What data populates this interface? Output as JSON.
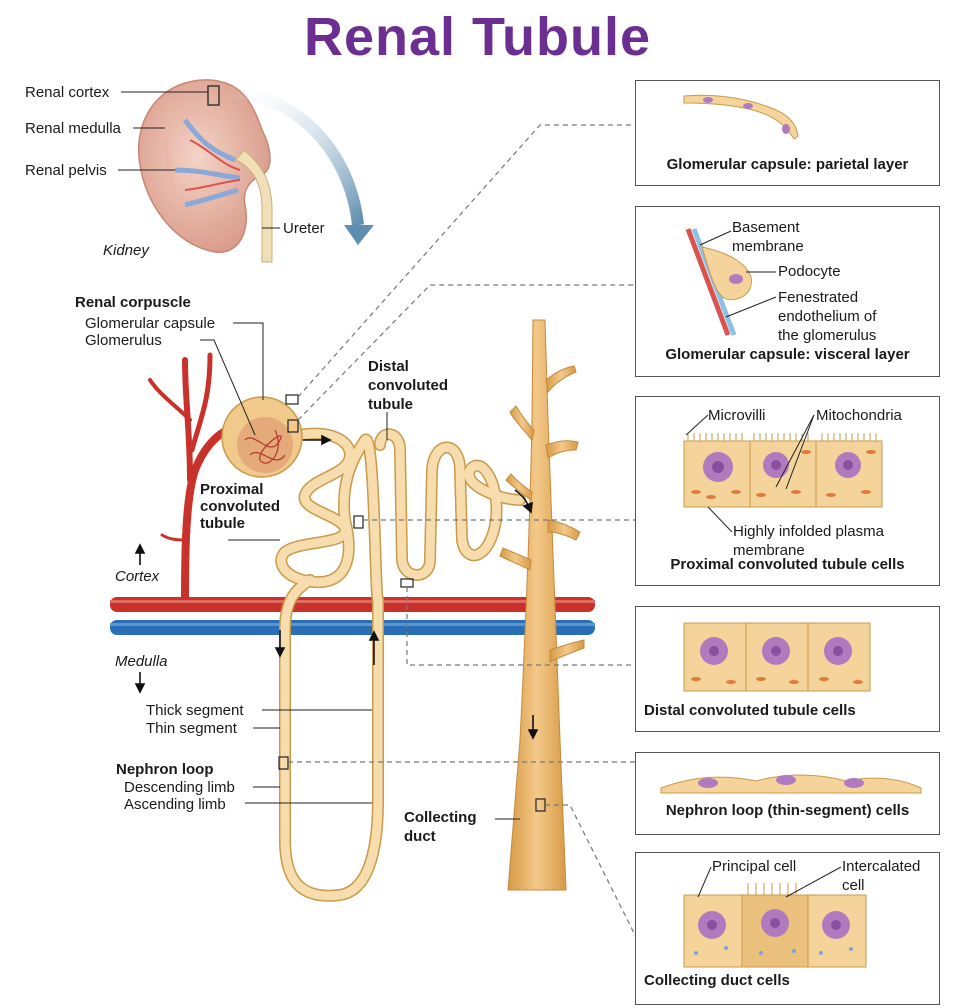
{
  "title": "Renal Tubule",
  "kidney": {
    "cortex": "Renal cortex",
    "medulla": "Renal medulla",
    "pelvis": "Renal pelvis",
    "ureter": "Ureter",
    "name": "Kidney"
  },
  "corpuscle": {
    "heading": "Renal corpuscle",
    "capsule": "Glomerular capsule",
    "glomerulus": "Glomerulus"
  },
  "tubule": {
    "proximal": [
      "Proximal",
      "convoluted",
      "tubule"
    ],
    "distal": [
      "Distal",
      "convoluted",
      "tubule"
    ],
    "thick": "Thick segment",
    "thin": "Thin segment",
    "loop_heading": "Nephron loop",
    "descending": "Descending limb",
    "ascending": "Ascending limb",
    "collecting": [
      "Collecting",
      "duct"
    ]
  },
  "regions": {
    "cortex": "Cortex",
    "medulla": "Medulla"
  },
  "panels": {
    "parietal": {
      "caption": "Glomerular capsule: parietal layer"
    },
    "visceral": {
      "caption": "Glomerular capsule: visceral layer",
      "basement": [
        "Basement",
        "membrane"
      ],
      "podocyte": "Podocyte",
      "fenestrated": [
        "Fenestrated",
        "endothelium of",
        "the glomerulus"
      ]
    },
    "proximal": {
      "caption": "Proximal convoluted tubule cells",
      "microvilli": "Microvilli",
      "mitochondria": "Mitochondria",
      "infolded": [
        "Highly infolded plasma",
        "membrane"
      ]
    },
    "distal": {
      "caption": "Distal convoluted tubule cells"
    },
    "thin": {
      "caption": "Nephron loop (thin-segment) cells"
    },
    "collecting": {
      "caption": "Collecting duct cells",
      "principal": "Principal cell",
      "intercalated": [
        "Intercalated",
        "cell"
      ]
    }
  },
  "colors": {
    "title": "#6a2f91",
    "tubule": "#f2c98a",
    "tubule_outline": "#c99a4a",
    "artery": "#c8322b",
    "vein": "#2a6fb5",
    "duct": "#e7b266",
    "nucleus": "#b07abf"
  }
}
